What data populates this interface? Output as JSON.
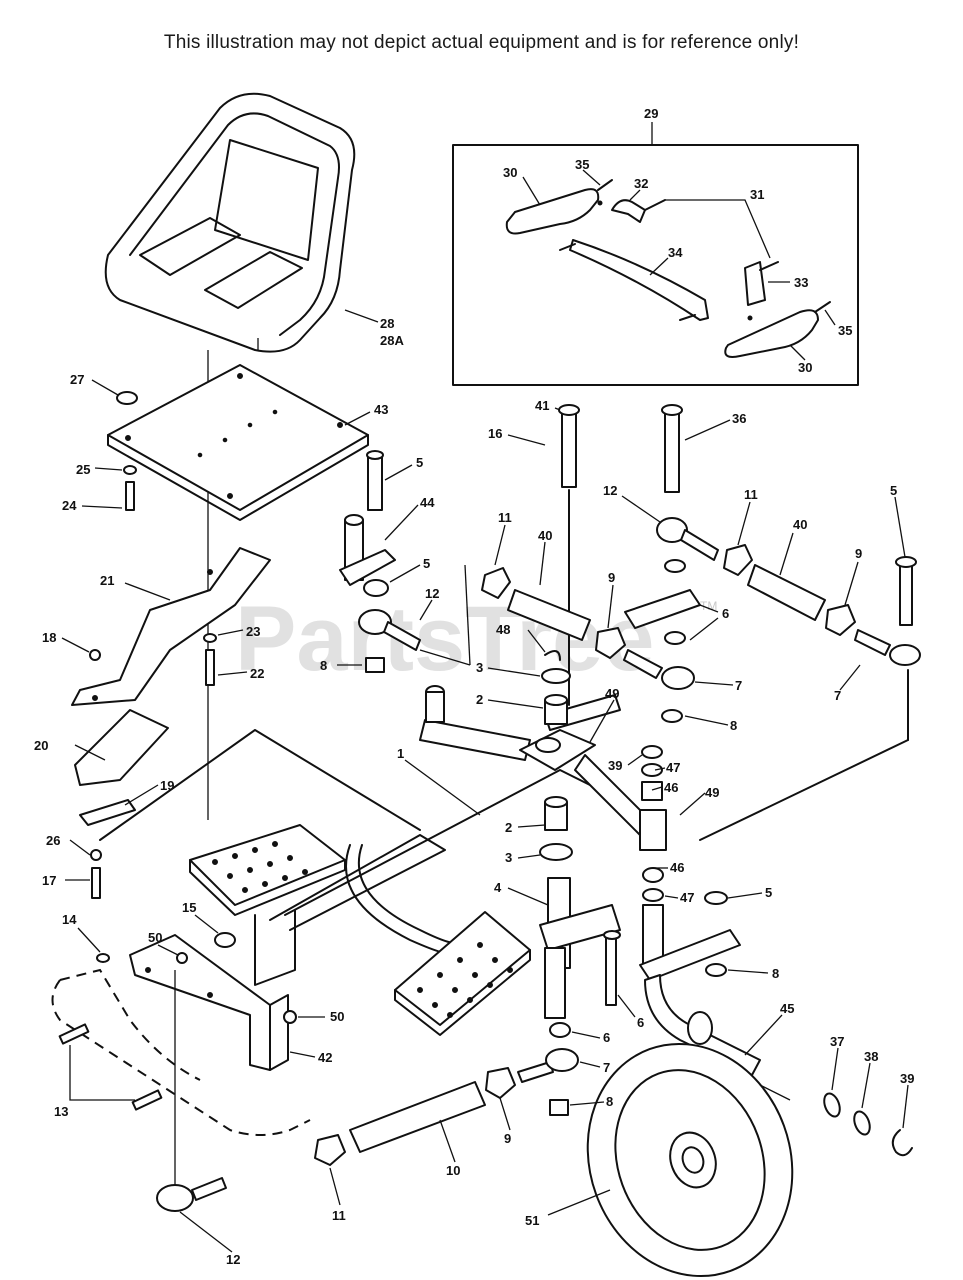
{
  "disclaimer": "This illustration may not depict actual equipment and is for reference only!",
  "watermark": {
    "text": "PartsTree",
    "tm": "TM"
  },
  "colors": {
    "line": "#111111",
    "background": "#ffffff",
    "watermark": "#d9d9d9"
  },
  "callouts": {
    "c29": "29",
    "c30a": "30",
    "c35a": "35",
    "c32": "32",
    "c31": "31",
    "c34": "34",
    "c33": "33",
    "c35b": "35",
    "c30b": "30",
    "c28": "28",
    "c28a": "28A",
    "c27": "27",
    "c43": "43",
    "c25": "25",
    "c24": "24",
    "c5a": "5",
    "c44": "44",
    "c5b": "5",
    "c21": "21",
    "c18": "18",
    "c23": "23",
    "c22": "22",
    "c12a": "12",
    "c8a": "8",
    "c41": "41",
    "c16": "16",
    "c36": "36",
    "c12b": "12",
    "c11a": "11",
    "c11b": "11",
    "c40a": "40",
    "c40b": "40",
    "c5c": "5",
    "c9a": "9",
    "c9b": "9",
    "c6a": "6",
    "c48": "48",
    "c3a": "3",
    "c7a": "7",
    "c7b": "7",
    "c2a": "2",
    "c49a": "49",
    "c8b": "8",
    "c20": "20",
    "c1": "1",
    "c39a": "39",
    "c47a": "47",
    "c46a": "46",
    "c49b": "49",
    "c19": "19",
    "c26": "26",
    "c2b": "2",
    "c3b": "3",
    "c17": "17",
    "c46b": "46",
    "c4": "4",
    "c47b": "47",
    "c5d": "5",
    "c14": "14",
    "c15": "15",
    "c50a": "50",
    "c8c": "8",
    "c50b": "50",
    "c6b": "6",
    "c45": "45",
    "c42": "42",
    "c6c": "6",
    "c7c": "7",
    "c37": "37",
    "c38": "38",
    "c39b": "39",
    "c13": "13",
    "c8d": "8",
    "c9c": "9",
    "c10": "10",
    "c11c": "11",
    "c51": "51",
    "c12c": "12"
  }
}
